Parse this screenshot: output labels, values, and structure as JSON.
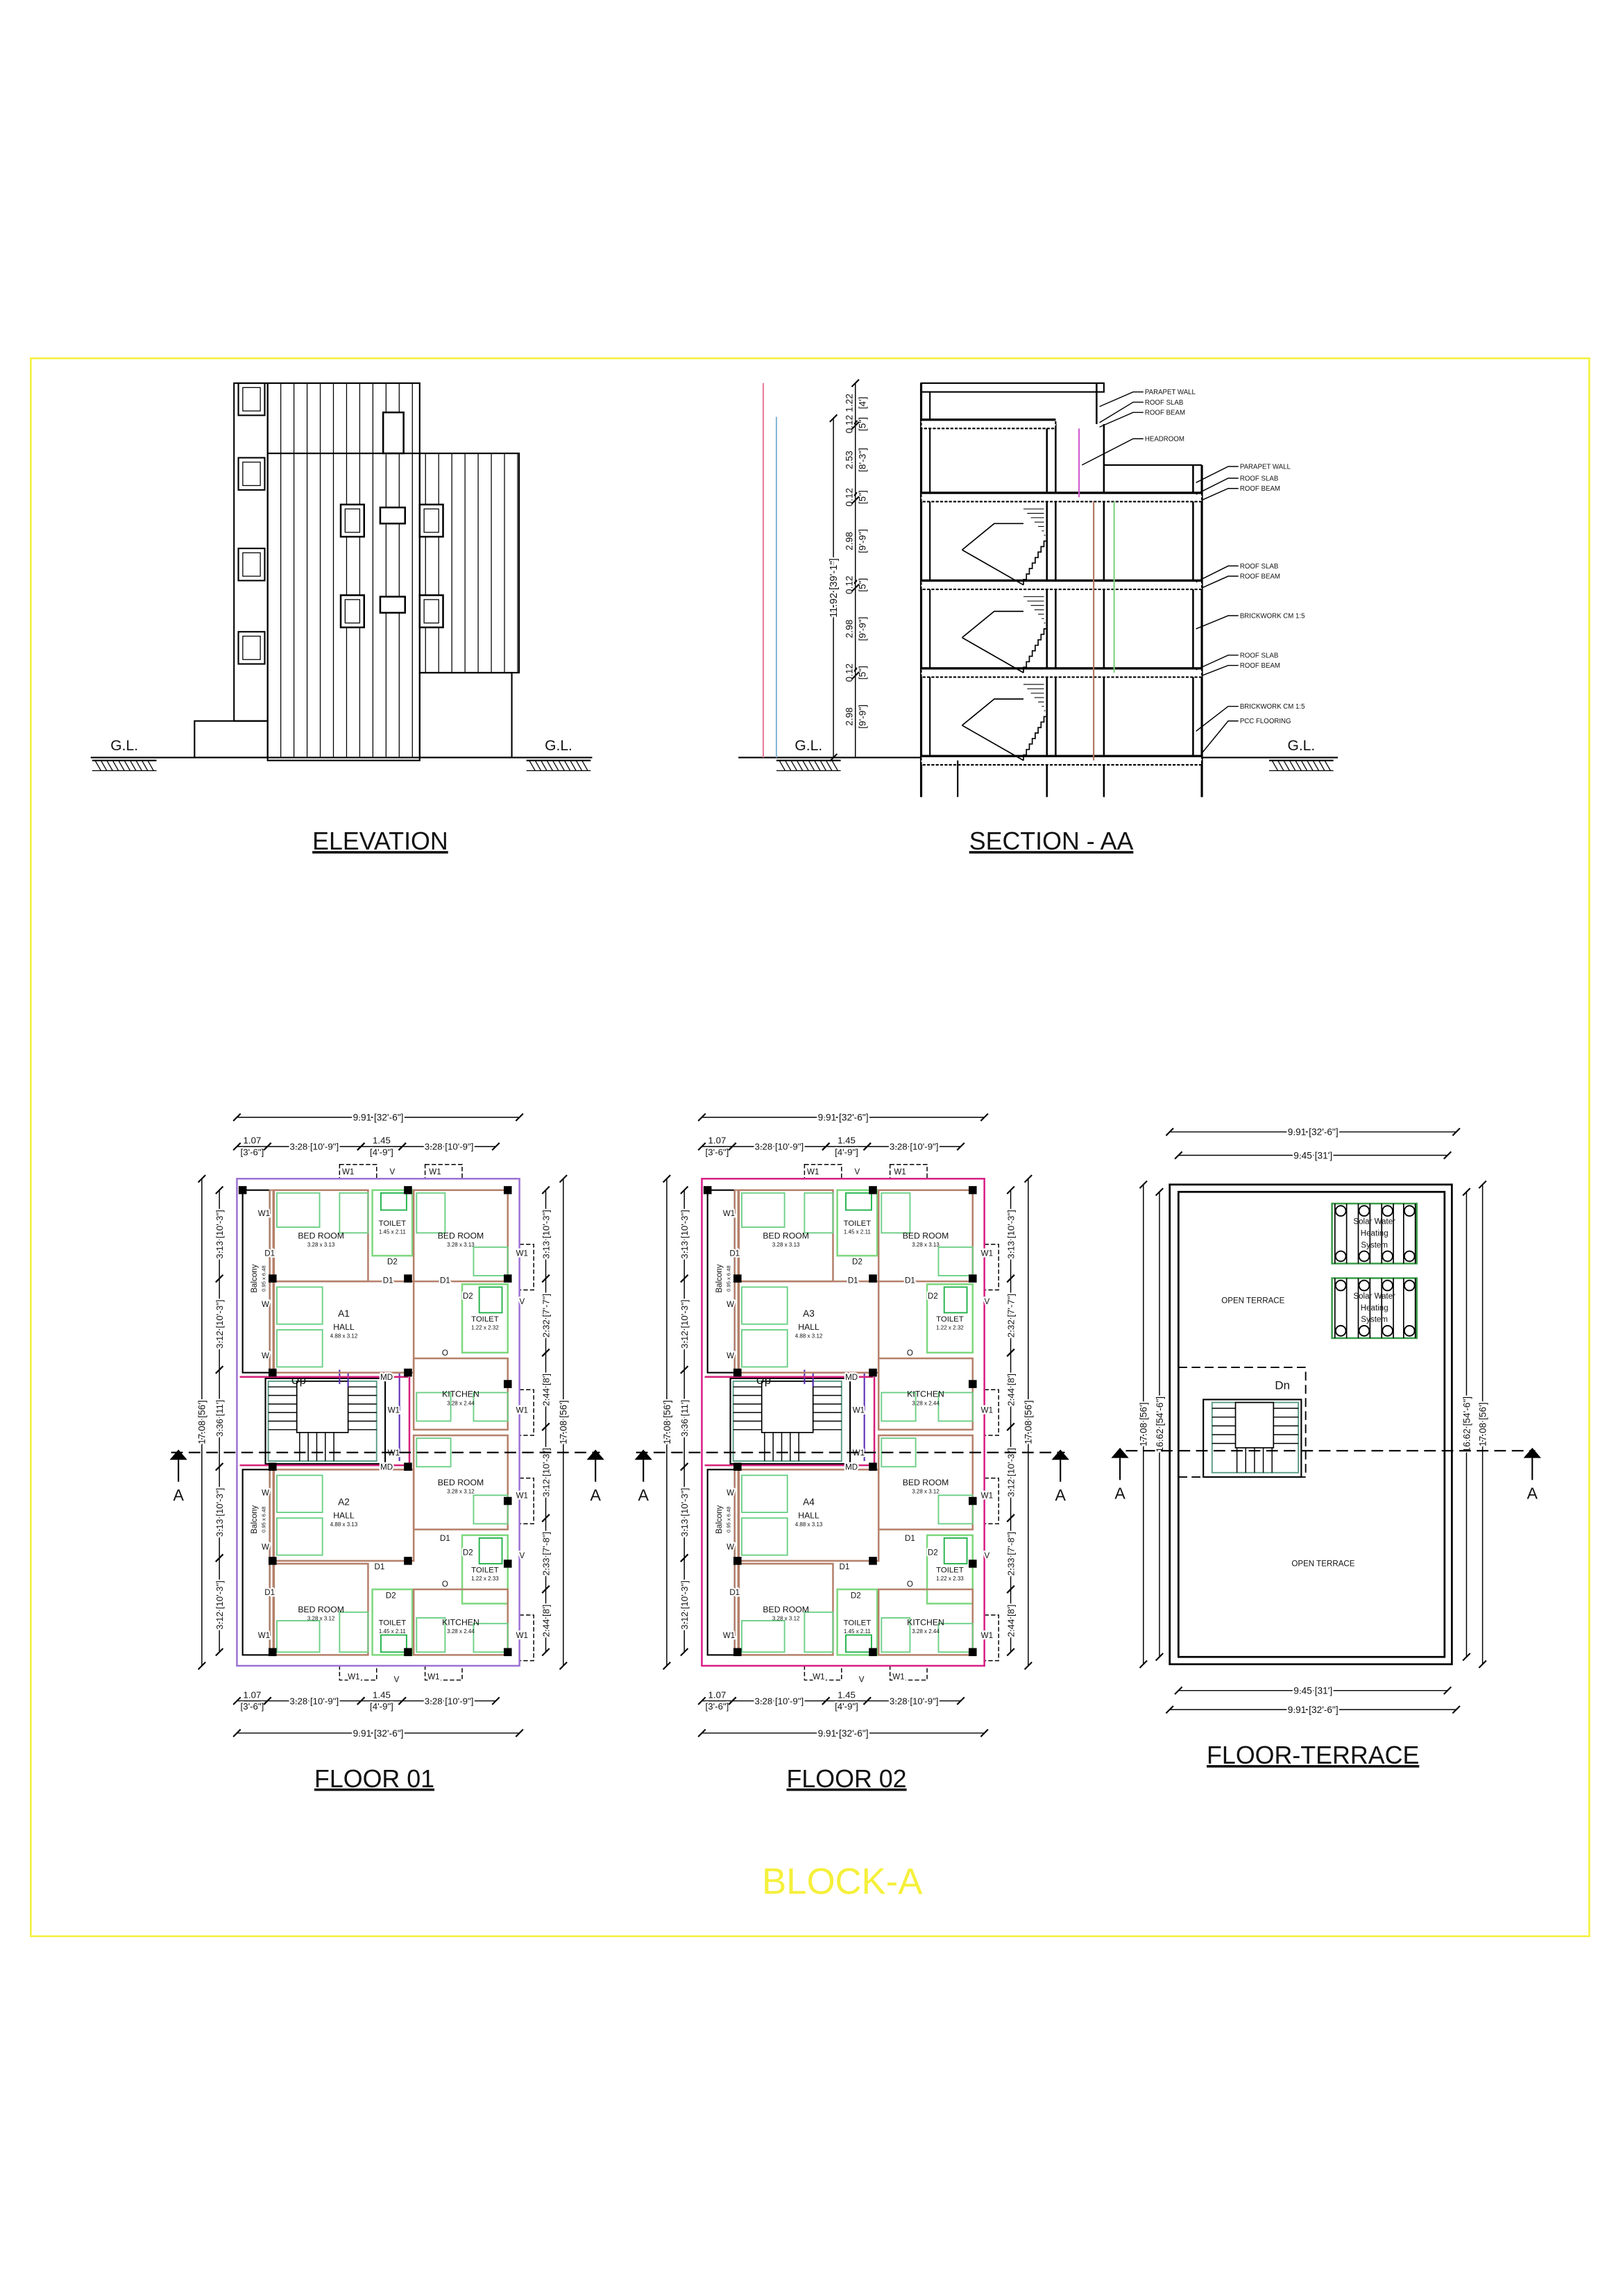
{
  "sheet": {
    "title": "BLOCK-A",
    "border_color": "#f5f03a",
    "title_color": "#f5f03a"
  },
  "section_marker": "A",
  "elevation": {
    "title": "ELEVATION",
    "gl_left": "G.L.",
    "gl_right": "G.L."
  },
  "section": {
    "title": "SECTION - AA",
    "gl_left": "G.L.",
    "gl_right": "G.L.",
    "total_height": "11.92 [39'-1\"]",
    "heights": [
      "1.22 [4']",
      "0.12 [5\"]",
      "2.53 [8'-3\"]",
      "0.12 [5\"]",
      "2.98 [9'-9\"]",
      "0.12 [5\"]",
      "2.98 [9'-9\"]",
      "0.12 [5\"]",
      "2.98 [9'-9\"]"
    ],
    "callouts": [
      "PARAPET WALL",
      "ROOF SLAB",
      "ROOF BEAM",
      "HEADROOM",
      "PARAPET WALL",
      "ROOF SLAB",
      "ROOF BEAM",
      "ROOF SLAB",
      "ROOF BEAM",
      "BRICKWORK CM 1:5",
      "ROOF SLAB",
      "ROOF BEAM",
      "BRICKWORK CM 1:5",
      "PCC FLOORING"
    ]
  },
  "openings": {
    "w1": "W1",
    "w": "W",
    "v": "V",
    "d1": "D1",
    "d2": "D2",
    "md": "MD",
    "o": "O"
  },
  "plan_dims": {
    "top_total": "9.91 [32'-6\"]",
    "top_segments": [
      "1.07 [3'-6\"]",
      "3.28 [10'-9\"]",
      "1.45 [4'-9\"]",
      "3.28 [10'-9\"]"
    ],
    "left_segments": [
      "3.13 [10'-3\"]",
      "3.12 [10'-3\"]",
      "3.36 [11']",
      "3.13 [10'-3\"]",
      "3.12 [10'-3\"]"
    ],
    "left_total": "17.08 [56']",
    "right_segments": [
      "3.13 [10'-3\"]",
      "2.32 [7'-7\"]",
      "2.44 [8']",
      "3.12 [10'-3\"]",
      "2.33 [7'-8\"]",
      "2.44 [8']"
    ],
    "right_total": "17.08 [56']"
  },
  "floors": [
    {
      "title": "FLOOR 01",
      "outline_color": "#9c72d4",
      "stair_label": "Up",
      "balconies": [
        {
          "name": "Balcony",
          "size": "0.95 x 6.48"
        },
        {
          "name": "Balcony",
          "size": "0.95 x 6.48"
        }
      ],
      "rooms": [
        {
          "name": "BED ROOM",
          "size": "3.28 x 3.13"
        },
        {
          "name": "TOILET",
          "size": "1.45 x 2.11"
        },
        {
          "name": "BED ROOM",
          "size": "3.28 x 3.13"
        },
        {
          "unit": "A1",
          "name": "HALL",
          "size": "4.88 x 3.12"
        },
        {
          "name": "TOILET",
          "size": "1.22 x 2.32"
        },
        {
          "name": "KITCHEN",
          "size": "3.28 x 2.44"
        },
        {
          "name": "BED ROOM",
          "size": "3.28 x 3.12"
        },
        {
          "unit": "A2",
          "name": "HALL",
          "size": "4.88 x 3.13"
        },
        {
          "name": "TOILET",
          "size": "1.22 x 2.33"
        },
        {
          "name": "BED ROOM",
          "size": "3.28 x 3.12"
        },
        {
          "name": "TOILET",
          "size": "1.45 x 2.11"
        },
        {
          "name": "KITCHEN",
          "size": "3.28 x 2.44"
        }
      ]
    },
    {
      "title": "FLOOR 02",
      "outline_color": "#d81f86",
      "stair_label": "Up",
      "balconies": [
        {
          "name": "Balcony",
          "size": "0.95 x 6.48"
        },
        {
          "name": "Balcony",
          "size": "0.95 x 6.48"
        }
      ],
      "rooms": [
        {
          "name": "BED ROOM",
          "size": "3.28 x 3.13"
        },
        {
          "name": "TOILET",
          "size": "1.45 x 2.11"
        },
        {
          "name": "BED ROOM",
          "size": "3.28 x 3.13"
        },
        {
          "unit": "A3",
          "name": "HALL",
          "size": "4.88 x 3.12"
        },
        {
          "name": "TOILET",
          "size": "1.22 x 2.32"
        },
        {
          "name": "KITCHEN",
          "size": "3.28 x 2.44"
        },
        {
          "name": "BED ROOM",
          "size": "3.28 x 3.12"
        },
        {
          "unit": "A4",
          "name": "HALL",
          "size": "4.88 x 3.13"
        },
        {
          "name": "TOILET",
          "size": "1.22 x 2.33"
        },
        {
          "name": "BED ROOM",
          "size": "3.28 x 3.12"
        },
        {
          "name": "TOILET",
          "size": "1.45 x 2.11"
        },
        {
          "name": "KITCHEN",
          "size": "3.28 x 2.44"
        }
      ]
    }
  ],
  "terrace": {
    "title": "FLOOR-TERRACE",
    "label_upper": "OPEN TERRACE",
    "label_lower": "OPEN TERRACE",
    "stair_label": "Dn",
    "solar_label": "Solar Water Heating System",
    "dim_outer": "9.91 [32'-6\"]",
    "dim_inner": "9.45 [31']",
    "dim_height_outer": "17.08 [56']",
    "dim_height_inner": "16.62 [54'-6\"]"
  }
}
